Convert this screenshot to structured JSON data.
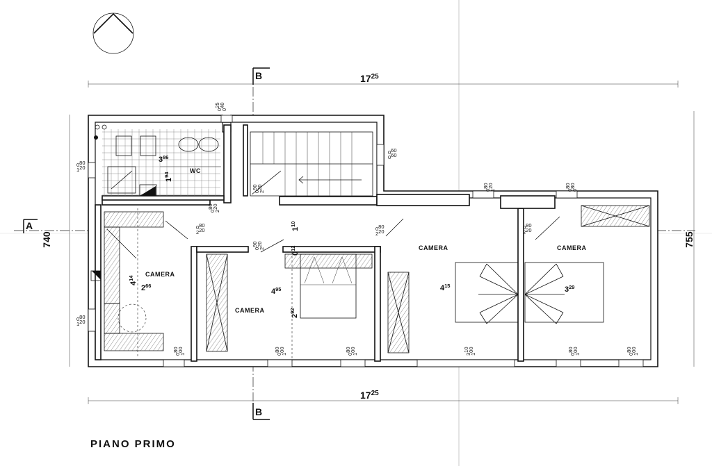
{
  "title": "PIANO PRIMO",
  "sections": {
    "b_top": "B",
    "b_bottom": "B",
    "a": "A"
  },
  "overall": {
    "top": {
      "main": "17",
      "sup": "25"
    },
    "bottom": {
      "main": "17",
      "sup": "25"
    },
    "left": "740",
    "right": "755"
  },
  "rooms": {
    "wc": "WC",
    "camera1": "CAMERA",
    "camera2": "CAMERA",
    "camera3": "CAMERA",
    "camera4": "CAMERA"
  },
  "room_dims": {
    "wc_w": {
      "main": "3",
      "sup": "86"
    },
    "wc_h": {
      "main": "1",
      "sup": "94"
    },
    "c1_w": {
      "main": "2",
      "sup": "66"
    },
    "c1_h": {
      "main": "4",
      "sup": "14"
    },
    "c2_w": {
      "main": "4",
      "sup": "95"
    },
    "c2_h": {
      "main": "2",
      "sup": "92"
    },
    "c3_w": {
      "main": "4",
      "sup": "15"
    },
    "c4_w": {
      "main": "3",
      "sup": "29"
    },
    "corr_1": {
      "main": "1",
      "sup": "10"
    },
    "corr_2": {
      "main": "0",
      "sup": "12"
    }
  },
  "openings": {
    "o1": [
      "0",
      "80",
      "1",
      "20"
    ],
    "o2": [
      "0",
      "25",
      "0",
      "40"
    ],
    "o3": [
      "0",
      "60",
      "0",
      "60"
    ],
    "o4": [
      "0",
      "90",
      "2",
      "20"
    ],
    "o5": [
      "0",
      "80",
      "2",
      "20"
    ],
    "o6": [
      "0",
      "80",
      "2",
      "20"
    ],
    "o7": [
      "0",
      "90",
      "2",
      "20"
    ],
    "o8": [
      "0",
      "80",
      "2",
      "20"
    ],
    "o9": [
      "0",
      "80",
      "1",
      "20"
    ],
    "o10": [
      "0",
      "80",
      "0",
      "80"
    ],
    "o11": [
      "0",
      "80",
      "2",
      "20"
    ],
    "o12": [
      "0",
      "80",
      "1",
      "20"
    ],
    "o13": [
      "0",
      "80",
      "1",
      "00"
    ],
    "o14": [
      "0",
      "80",
      "1",
      "00"
    ],
    "o15": [
      "0",
      "80",
      "1",
      "00"
    ],
    "o16": [
      "3",
      "10",
      "1",
      "00"
    ],
    "o17": [
      "0",
      "80",
      "1",
      "00"
    ],
    "o18": [
      "0",
      "80",
      "1",
      "00"
    ]
  },
  "icons": {
    "north": "north-arrow-icon"
  }
}
